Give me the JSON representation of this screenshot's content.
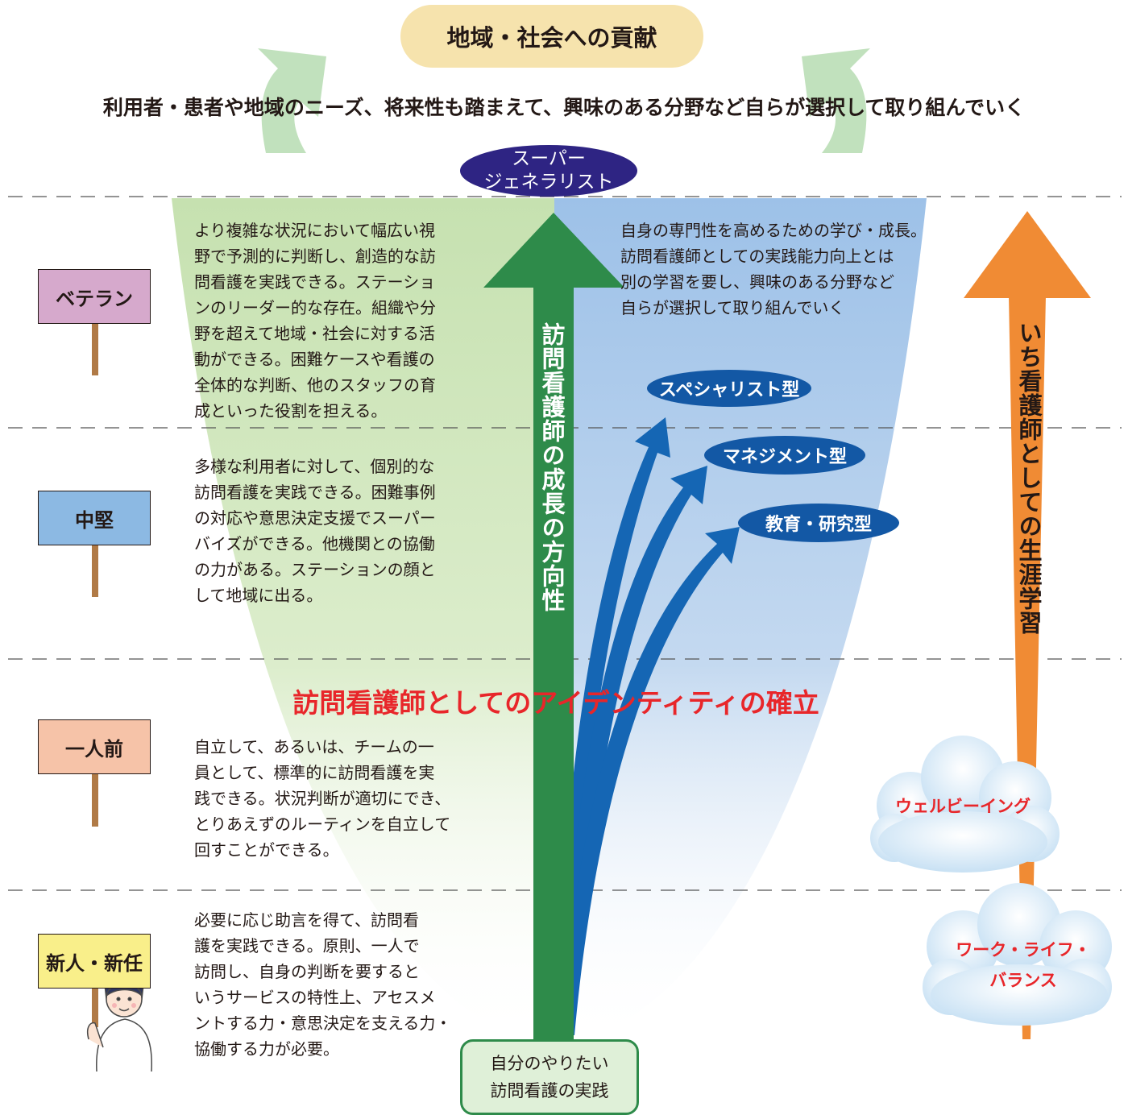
{
  "title": "地域・社会への貢献",
  "subtitle": "利用者・患者や地域のニーズ、将来性も踏まえて、興味のある分野など自らが選択して取り組んでいく",
  "super_generalist": [
    "スーパー",
    "ジェネラリスト"
  ],
  "levels": [
    {
      "label": "ベテラン",
      "color": "#d6a9cc",
      "desc": [
        "より複雑な状況において幅広い視",
        "野で予測的に判断し、創造的な訪",
        "問看護を実践できる。ステーショ",
        "ンのリーダー的な存在。組織や分",
        "野を超えて地域・社会に対する活",
        "動ができる。困難ケースや看護の",
        "全体的な判断、他のスタッフの育",
        "成といった役割を担える。"
      ]
    },
    {
      "label": "中堅",
      "color": "#8cb9e3",
      "desc": [
        "多様な利用者に対して、個別的な",
        "訪問看護を実践できる。困難事例",
        "の対応や意思決定支援でスーパー",
        "バイズができる。他機関との協働",
        "の力がある。ステーションの顔と",
        "して地域に出る。"
      ]
    },
    {
      "label": "一人前",
      "color": "#f6c3a8",
      "desc": [
        "自立して、あるいは、チームの一",
        "員として、標準的に訪問看護を実",
        "践できる。状況判断が適切にでき、",
        "とりあえずのルーティンを自立して",
        "回すことができる。"
      ]
    },
    {
      "label": "新人・新任",
      "color": "#f9ef8a",
      "desc": [
        "必要に応じ助言を得て、訪問看",
        "護を実践できる。原則、一人で",
        "訪問し、自身の判断を要すると",
        "いうサービスの特性上、アセスメ",
        "ントする力・意思決定を支える力・",
        "協働する力が必要。"
      ]
    }
  ],
  "center_arrow_label": "訪問看護師の成長の方向性",
  "specialist_text": [
    "自身の専門性を高めるための学び・成長。",
    "訪問看護師としての実践能力向上とは",
    "別の学習を要し、興味のある分野など",
    "自らが選択して取り組んでいく"
  ],
  "career_types": [
    "スペシャリスト型",
    "マネジメント型",
    "教育・研究型"
  ],
  "identity": "訪問看護師としてのアイデンティティの確立",
  "lifelong_label": "いち看護師としての生涯学習",
  "clouds": [
    [
      "ウェルビーイング"
    ],
    [
      "ワーク・ライフ・",
      "バランス"
    ]
  ],
  "bottom_box": [
    "自分のやりたい",
    "訪問看護の実践"
  ],
  "colors": {
    "green_arrow": "#2e8b4a",
    "blue_arrows": "#1566b4",
    "orange_arrow": "#f08b34",
    "identity_red": "#e8262a",
    "oval_navy": "#2e2483"
  }
}
